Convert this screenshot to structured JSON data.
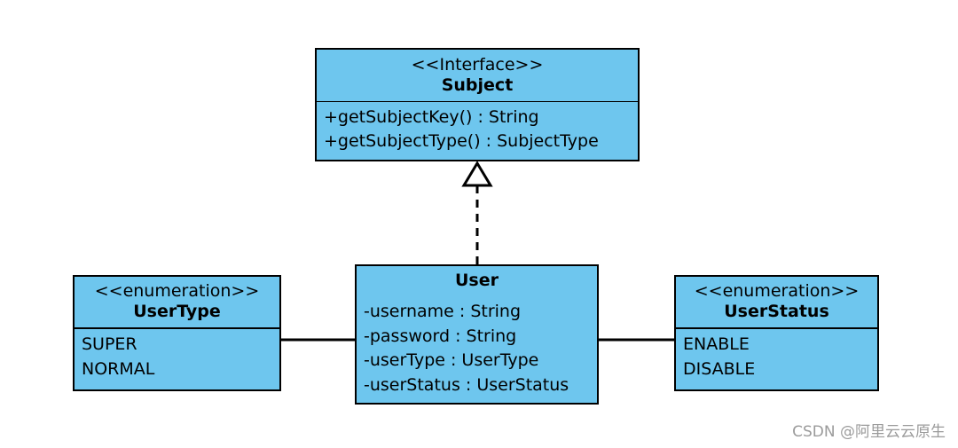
{
  "diagram": {
    "type": "uml-class-diagram",
    "colors": {
      "fill": "#6ec6ee",
      "stroke": "#000000",
      "background": "#ffffff",
      "watermark": "#9b9b9b"
    },
    "classes": {
      "subject": {
        "stereotype": "<<Interface>>",
        "name": "Subject",
        "members": [
          "+getSubjectKey() : String",
          "+getSubjectType() : SubjectType"
        ]
      },
      "user": {
        "stereotype": "",
        "name": "User",
        "members": [
          "-username : String",
          "-password : String",
          "-userType : UserType",
          "-userStatus : UserStatus"
        ]
      },
      "user_type": {
        "stereotype": "<<enumeration>>",
        "name": "UserType",
        "members": [
          "SUPER",
          "NORMAL"
        ]
      },
      "user_status": {
        "stereotype": "<<enumeration>>",
        "name": "UserStatus",
        "members": [
          "ENABLE",
          "DISABLE"
        ]
      }
    },
    "relations": [
      {
        "from": "user",
        "to": "subject",
        "kind": "realization",
        "style": "dashed-with-hollow-triangle"
      },
      {
        "from": "user_type",
        "to": "user",
        "kind": "association",
        "style": "solid"
      },
      {
        "from": "user",
        "to": "user_status",
        "kind": "association",
        "style": "solid"
      }
    ]
  },
  "watermark": {
    "text": "CSDN @阿里云云原生"
  }
}
